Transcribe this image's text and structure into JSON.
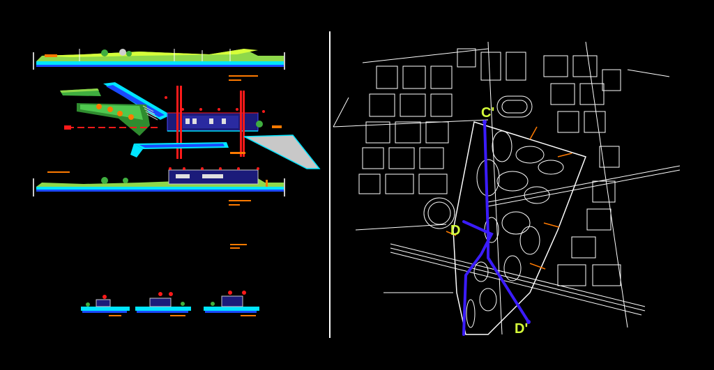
{
  "drawing": {
    "background": "#000000",
    "divider_color": "#ffffff",
    "accent_colors": {
      "cyan": "#00e5ff",
      "lime": "#b6ff2e",
      "red": "#ff1a1a",
      "orange": "#ff7a00",
      "violet": "#3b1cff",
      "yellow_green": "#d6ff3a",
      "grey_fill": "#c8c8c8"
    }
  },
  "site_plan": {
    "section_markers": [
      {
        "id": "C",
        "label": "C'"
      },
      {
        "id": "D_top",
        "label": "D"
      },
      {
        "id": "D_bottom",
        "label": "D'"
      }
    ],
    "marker_color": "#d6ff3a",
    "section_line_color": "#3b1cff"
  },
  "elevation_views": {
    "views": [
      {
        "id": "elev-top"
      },
      {
        "id": "plan-main"
      },
      {
        "id": "elev-middle"
      },
      {
        "id": "section-a"
      },
      {
        "id": "section-b"
      },
      {
        "id": "section-c"
      }
    ]
  }
}
